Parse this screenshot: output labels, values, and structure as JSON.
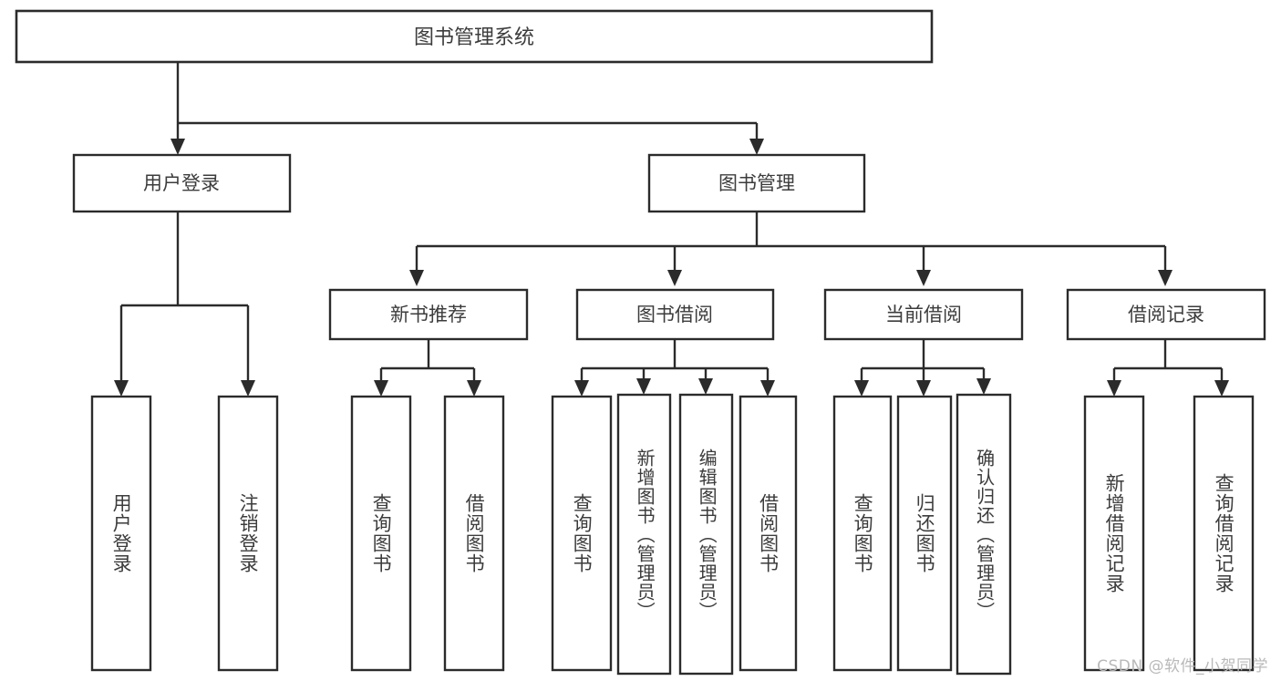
{
  "diagram": {
    "type": "tree",
    "title": "图书管理系统",
    "orientation": "top-down",
    "colors": {
      "box_stroke": "#2b2b2b",
      "box_fill": "#ffffff",
      "text": "#3c3c3c",
      "connector": "#2b2b2b",
      "watermark": "#b9b9b9",
      "background": "#ffffff"
    },
    "root": {
      "label": "图书管理系统"
    },
    "level1": [
      {
        "label": "用户登录"
      },
      {
        "label": "图书管理"
      }
    ],
    "level2": [
      {
        "label": "新书推荐"
      },
      {
        "label": "图书借阅"
      },
      {
        "label": "当前借阅"
      },
      {
        "label": "借阅记录"
      }
    ],
    "leaves": {
      "user_login": [
        {
          "label": "用户登录"
        },
        {
          "label": "注销登录"
        }
      ],
      "new_book_recommend": [
        {
          "label": "查询图书"
        },
        {
          "label": "借阅图书"
        }
      ],
      "book_borrow": [
        {
          "label": "查询图书"
        },
        {
          "label": "新增图书（管理员）"
        },
        {
          "label": "编辑图书（管理员）"
        },
        {
          "label": "借阅图书"
        }
      ],
      "current_borrow": [
        {
          "label": "查询图书"
        },
        {
          "label": "归还图书"
        },
        {
          "label": "确认归还（管理员）"
        }
      ],
      "borrow_record": [
        {
          "label": "新增借阅记录"
        },
        {
          "label": "查询借阅记录"
        }
      ]
    },
    "watermark": "CSDN @软件_小贺同学"
  }
}
